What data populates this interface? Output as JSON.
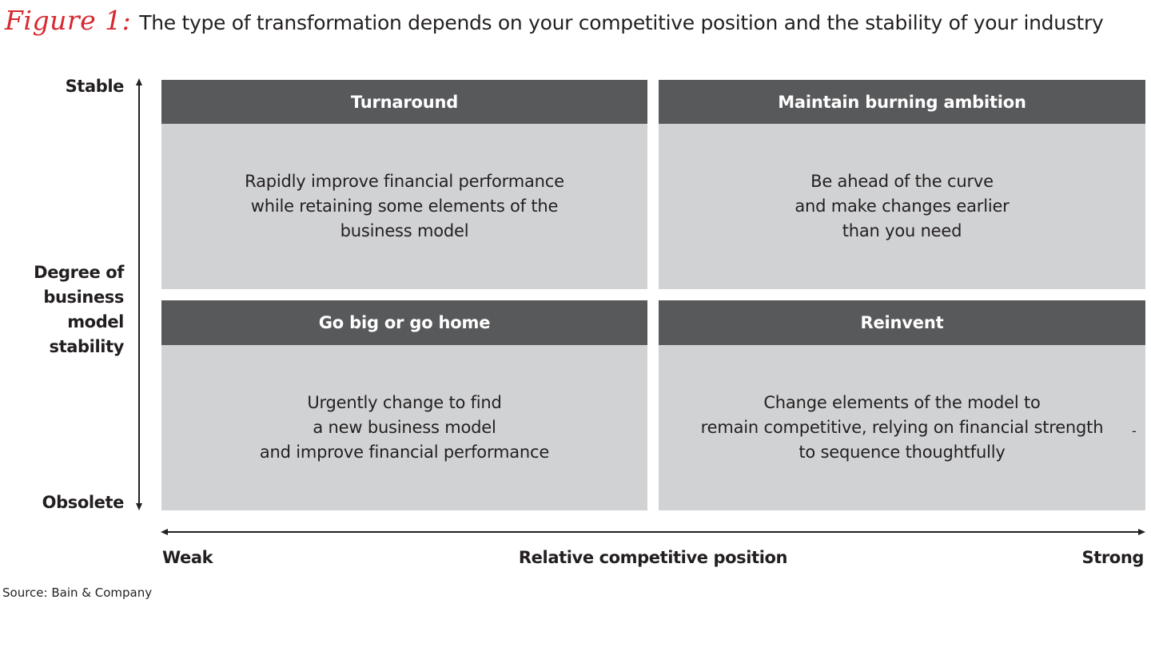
{
  "figure": {
    "label": "Figure 1:",
    "title": "The type of transformation depends on your competitive position and the stability of your industry",
    "accent_color": "#d7282f",
    "header_color": "#58595b",
    "cell_color": "#d1d2d4"
  },
  "y_axis": {
    "top_label": "Stable",
    "title": "Degree of\nbusiness model\nstability",
    "bottom_label": "Obsolete"
  },
  "x_axis": {
    "left_label": "Weak",
    "title": "Relative competitive position",
    "right_label": "Strong"
  },
  "quadrants": [
    {
      "position": "top-left",
      "title": "Turnaround",
      "text": "Rapidly improve financial performance\nwhile retaining some elements of the\nbusiness model"
    },
    {
      "position": "top-right",
      "title": "Maintain burning ambition",
      "text": "Be ahead of the curve\nand make changes earlier\nthan you need"
    },
    {
      "position": "bottom-left",
      "title": "Go big or go home",
      "text": "Urgently change to find\na new business model\nand improve financial performance"
    },
    {
      "position": "bottom-right",
      "title": "Reinvent",
      "text": "Change elements of the model to\nremain competitive, relying on financial strength\nto sequence thoughtfully"
    }
  ],
  "stray_mark": "-",
  "source": "Source: Bain & Company"
}
